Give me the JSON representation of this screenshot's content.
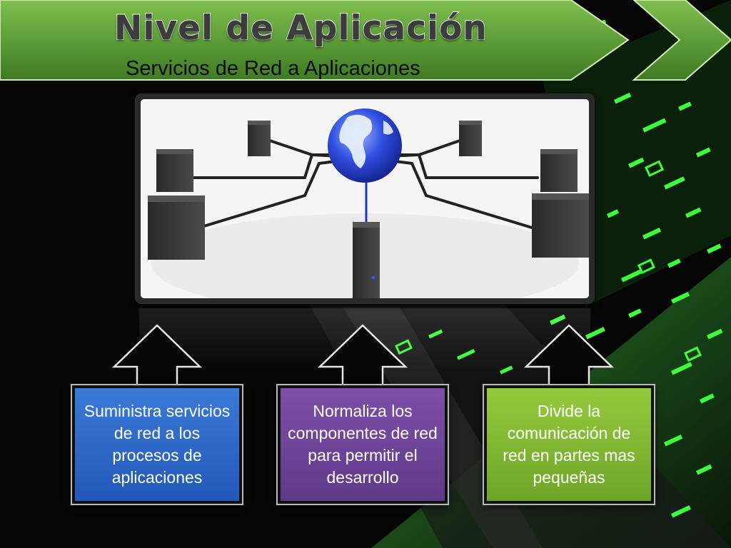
{
  "header": {
    "title": "Nivel de Aplicación",
    "subtitle": "Servicios de Red a Aplicaciones"
  },
  "illustration": {
    "description_icons": [
      "globe-icon",
      "server-icon"
    ]
  },
  "boxes": [
    {
      "text": "Suministra servicios de red a los procesos de aplicaciones",
      "color": "#2f6ccc"
    },
    {
      "text": "Normaliza los componentes de red para permitir el desarrollo",
      "color": "#6e449a"
    },
    {
      "text": "Divide la comunicación de red en partes mas pequeñas",
      "color": "#84bb32"
    }
  ],
  "theme": {
    "banner_green": "#5a9a35",
    "matrix_green": "#3cff3c",
    "background": "#050605"
  }
}
